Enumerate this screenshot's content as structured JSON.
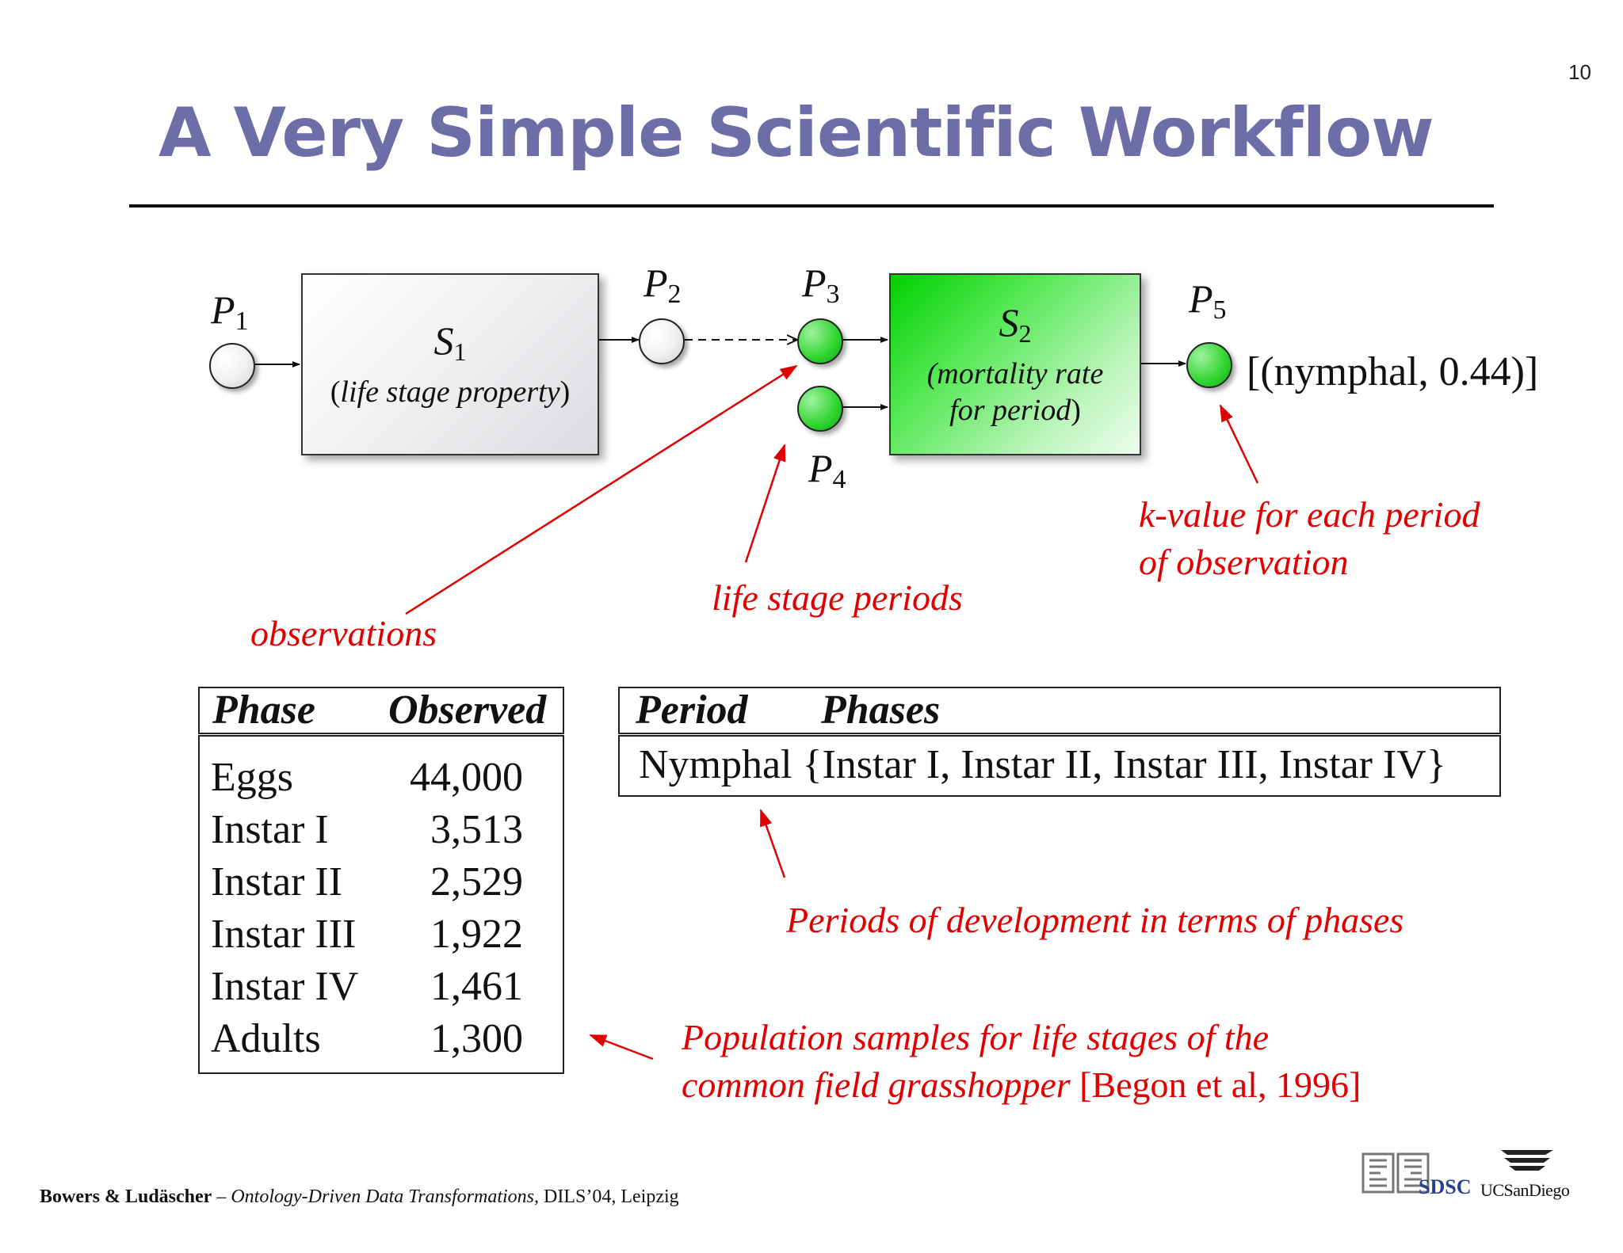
{
  "slide_number": "10",
  "title": "A Very Simple Scientific Workflow",
  "workflow": {
    "s1": {
      "name": "S",
      "sub": "1",
      "desc_open": "(",
      "desc_italic": "life stage property",
      "desc_close": ")"
    },
    "s2": {
      "name": "S",
      "sub": "2",
      "desc_line1": "(mortality rate",
      "desc_line2_italic": "for period",
      "desc_line2_close": ")"
    },
    "ports": [
      {
        "label": "P",
        "sub": "1",
        "style": "grey"
      },
      {
        "label": "P",
        "sub": "2",
        "style": "grey"
      },
      {
        "label": "P",
        "sub": "3",
        "style": "green"
      },
      {
        "label": "P",
        "sub": "4",
        "style": "green"
      },
      {
        "label": "P",
        "sub": "5",
        "style": "green"
      }
    ],
    "result": "[(nymphal, 0.44)]"
  },
  "annotations": {
    "observations": "observations",
    "life_stage_periods": "life stage periods",
    "k_value_line1": "k-value for each period",
    "k_value_line2": "of observation",
    "periods_dev": "Periods of development in terms of phases",
    "population_line1": "Population samples for life stages of the",
    "population_line2_italic": "common field grasshopper",
    "population_line2_plain": " [Begon et al, 1996]",
    "arrow_color": "#e00000"
  },
  "observed_table": {
    "headers": [
      "Phase",
      "Observed"
    ],
    "rows": [
      {
        "phase": "Eggs",
        "observed": "44,000"
      },
      {
        "phase": "Instar I",
        "observed": "3,513"
      },
      {
        "phase": "Instar II",
        "observed": "2,529"
      },
      {
        "phase": "Instar III",
        "observed": "1,922"
      },
      {
        "phase": "Instar IV",
        "observed": "1,461"
      },
      {
        "phase": "Adults",
        "observed": "1,300"
      }
    ]
  },
  "period_table": {
    "headers": [
      "Period",
      "Phases"
    ],
    "row": "Nymphal {Instar I, Instar II, Instar III, Instar IV}"
  },
  "footer": {
    "authors": "Bowers & Ludäscher",
    "dash": " – ",
    "talk": "Ontology-Driven Data Transformations,",
    "venue": " DILS’04, Leipzig"
  },
  "logos": {
    "sdsc": "SDSC",
    "ucsd": "UCSanDiego"
  }
}
